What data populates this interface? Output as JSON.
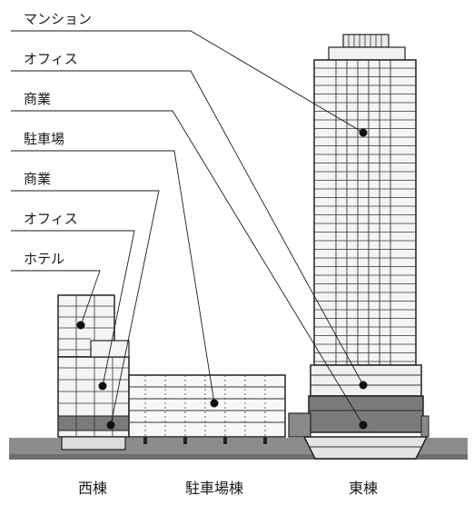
{
  "labels": {
    "east_residence": "マンション",
    "east_office": "オフィス",
    "east_commercial": "商業",
    "parking": "駐車場",
    "west_commercial": "商業",
    "west_office": "オフィス",
    "west_hotel": "ホテル"
  },
  "captions": {
    "west": "西棟",
    "parking": "駐車場棟",
    "east": "東棟"
  },
  "colors": {
    "ink": "#1a1a1a",
    "ground": "#8c8c8c",
    "band": "#7a7a7a",
    "frame": "#f2f2f2"
  }
}
